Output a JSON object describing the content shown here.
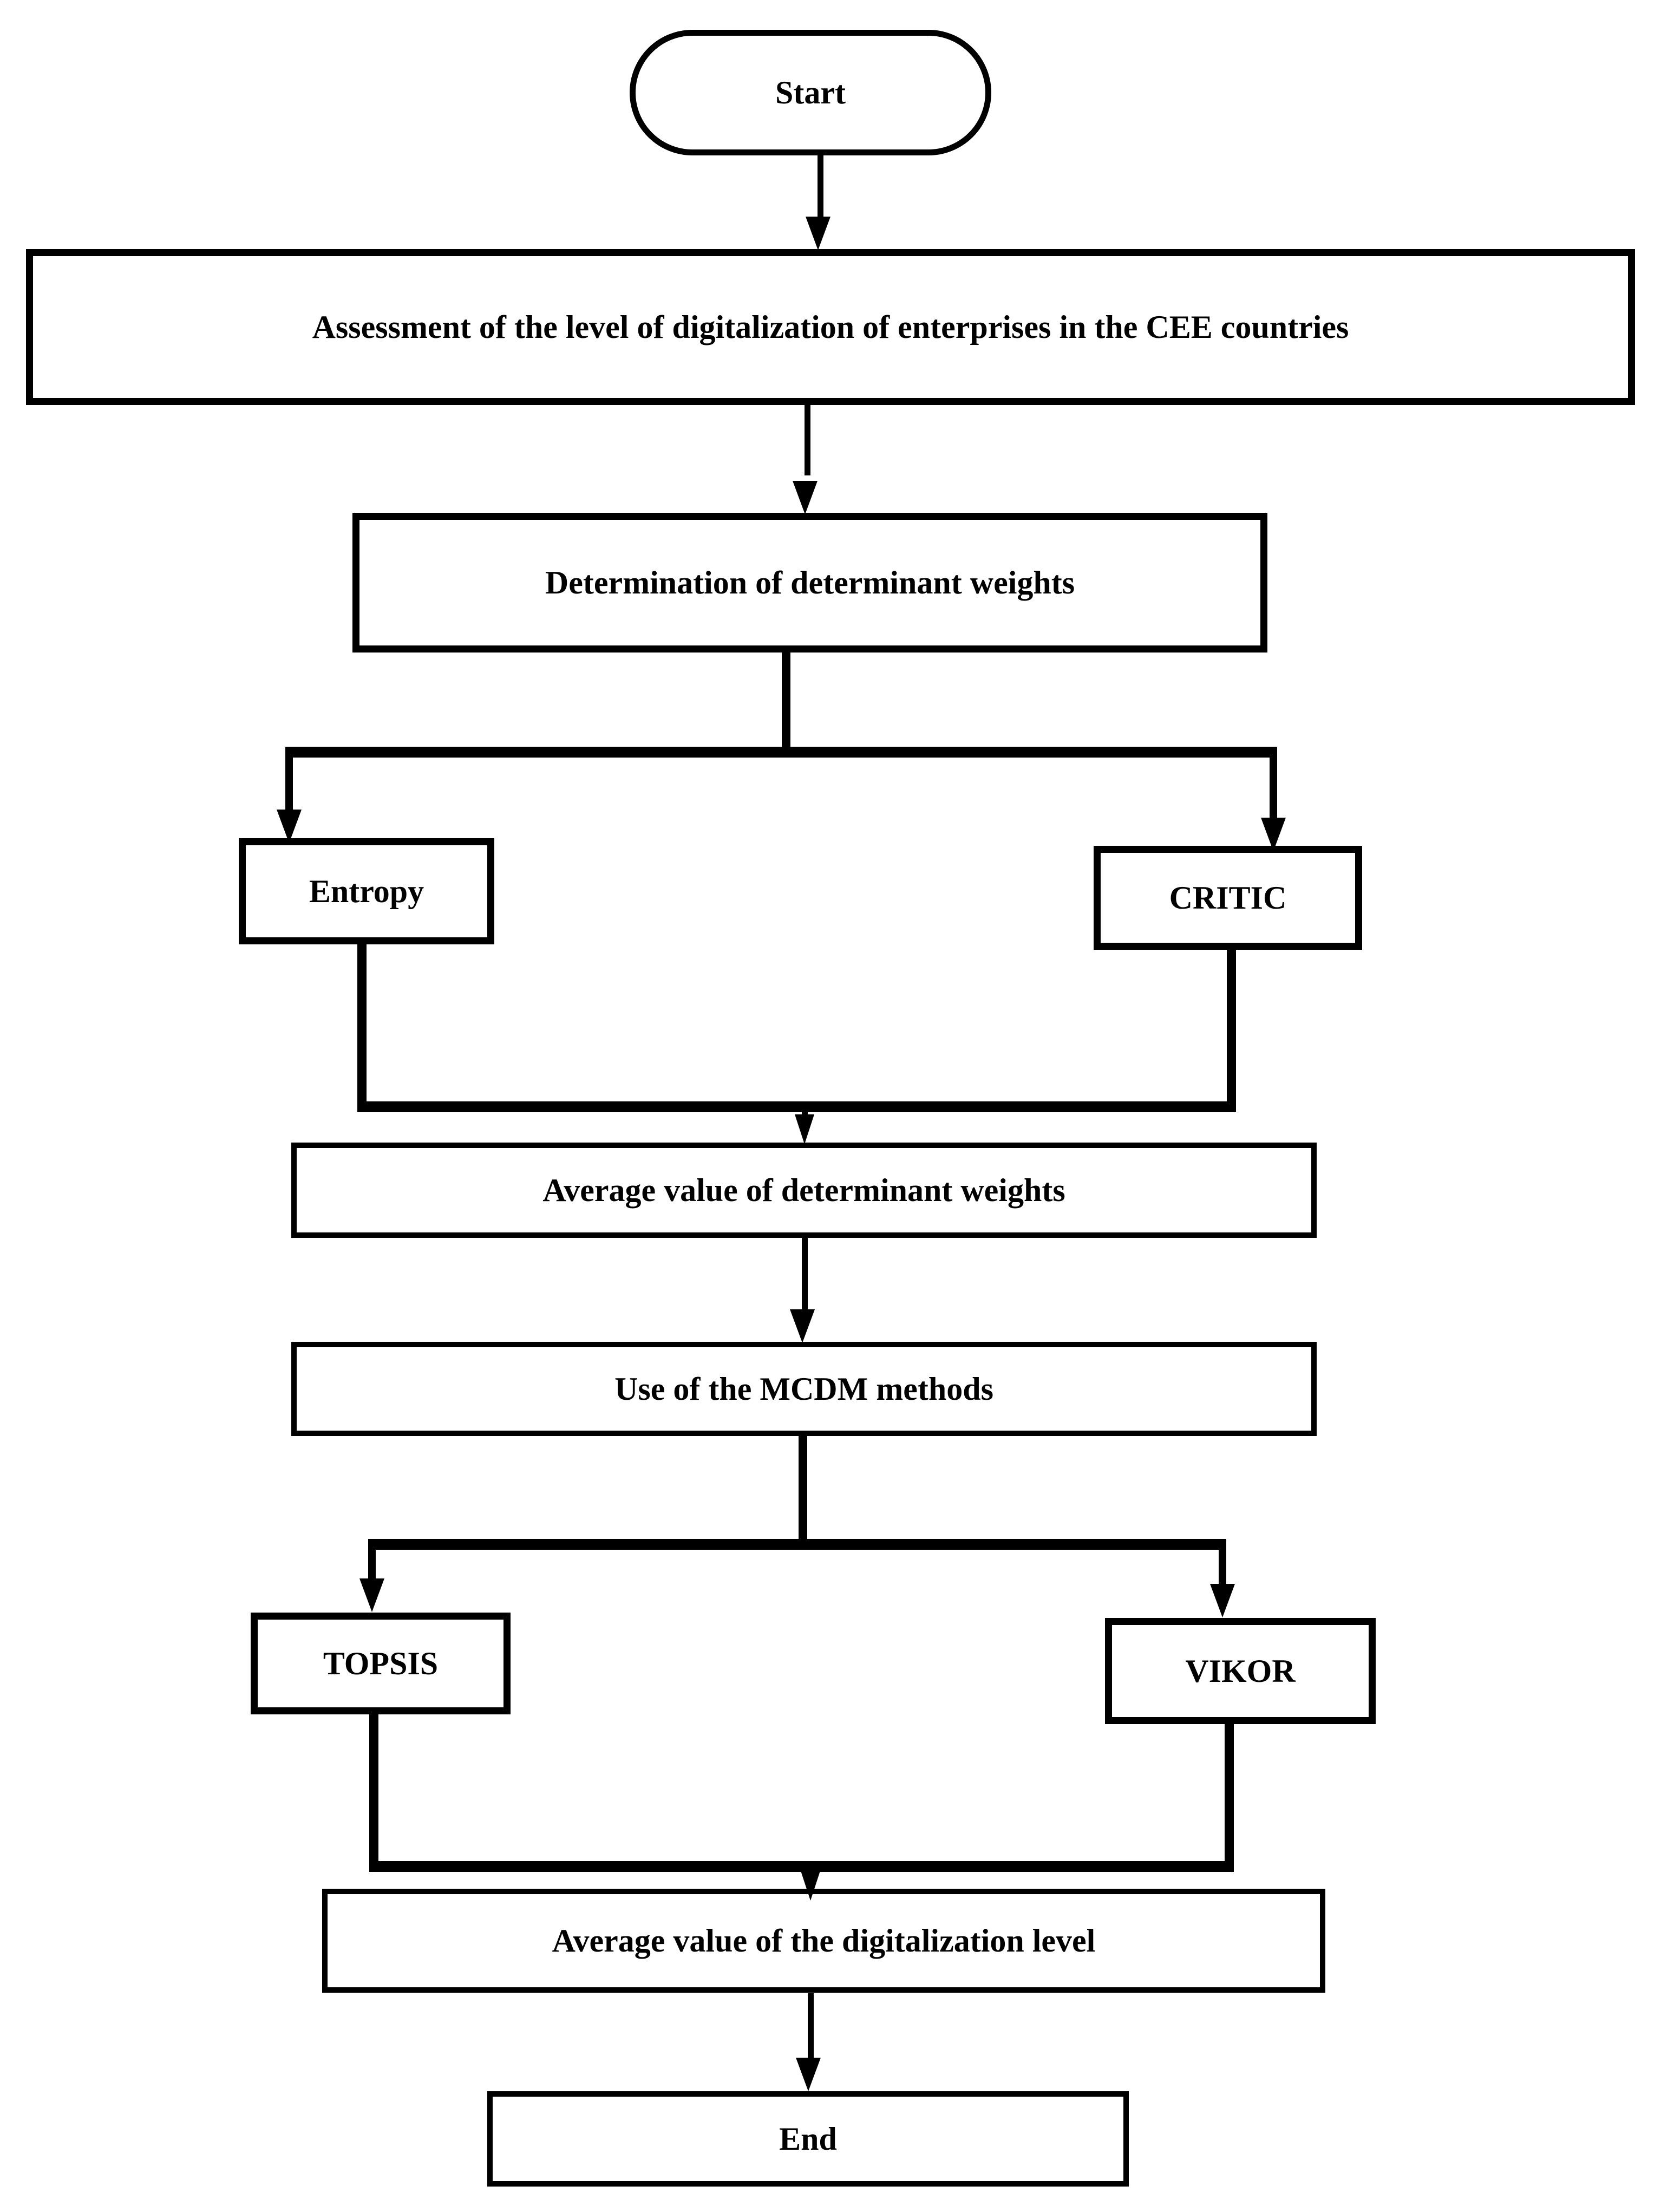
{
  "diagram": {
    "title": "Assessment methodology flowchart",
    "line_color": "#000000",
    "fill_color": "#ffffff",
    "nodes": {
      "start": {
        "label": "Start",
        "shape": "stadium"
      },
      "assessment": {
        "label": "Assessment of the level of digitalization of enterprises in the CEE countries",
        "shape": "rectangle"
      },
      "determination": {
        "label": "Determination of determinant weights",
        "shape": "rectangle"
      },
      "entropy": {
        "label": "Entropy",
        "shape": "rectangle"
      },
      "critic": {
        "label": "CRITIC",
        "shape": "rectangle"
      },
      "avg_weights": {
        "label": "Average value of determinant weights",
        "shape": "rectangle"
      },
      "mcdm": {
        "label": "Use of the MCDM methods",
        "shape": "rectangle"
      },
      "topsis": {
        "label": "TOPSIS",
        "shape": "rectangle"
      },
      "vikor": {
        "label": "VIKOR",
        "shape": "rectangle"
      },
      "avg_level": {
        "label": "Average value of the digitalization level",
        "shape": "rectangle"
      },
      "end": {
        "label": "End",
        "shape": "rectangle"
      }
    },
    "edges": [
      {
        "from": "start",
        "to": "assessment",
        "type": "straight-arrow"
      },
      {
        "from": "assessment",
        "to": "determination",
        "type": "straight-arrow"
      },
      {
        "from": "determination",
        "to": "entropy",
        "type": "split-left-arrow"
      },
      {
        "from": "determination",
        "to": "critic",
        "type": "split-right-arrow"
      },
      {
        "from": "entropy",
        "to": "avg_weights",
        "type": "merge-left"
      },
      {
        "from": "critic",
        "to": "avg_weights",
        "type": "merge-right"
      },
      {
        "from": "avg_weights",
        "to": "mcdm",
        "type": "straight-arrow"
      },
      {
        "from": "mcdm",
        "to": "topsis",
        "type": "split-left-arrow"
      },
      {
        "from": "mcdm",
        "to": "vikor",
        "type": "split-right-arrow"
      },
      {
        "from": "topsis",
        "to": "avg_level",
        "type": "merge-left"
      },
      {
        "from": "vikor",
        "to": "avg_level",
        "type": "merge-right"
      },
      {
        "from": "avg_level",
        "to": "end",
        "type": "straight-arrow"
      }
    ]
  }
}
